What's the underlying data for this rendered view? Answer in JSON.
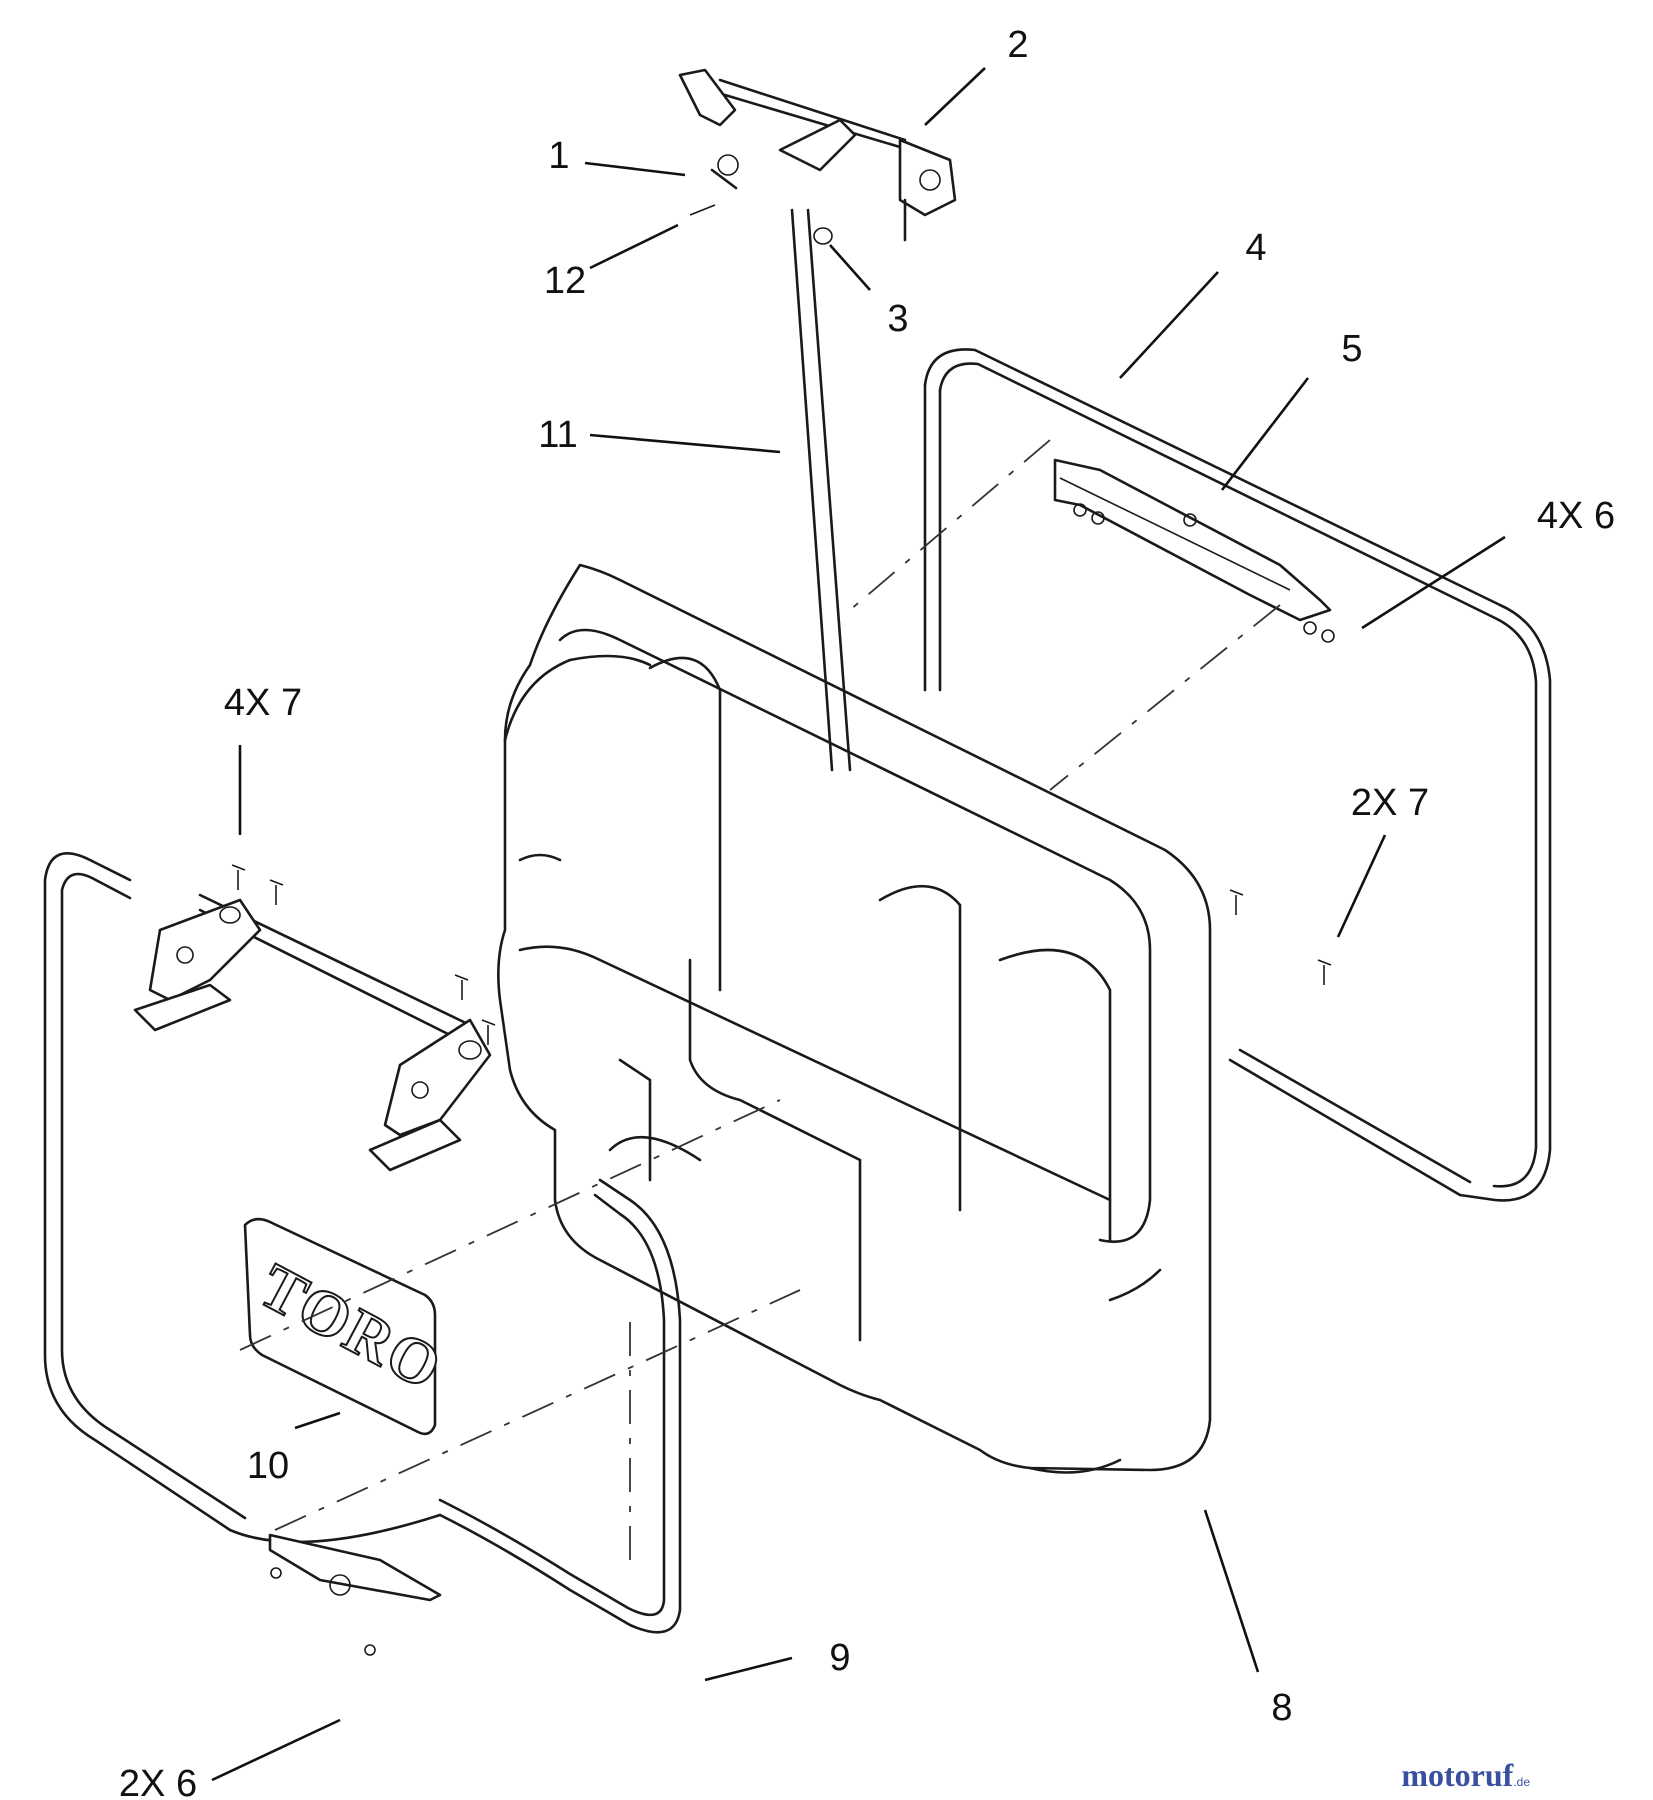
{
  "callouts": [
    {
      "id": "1",
      "text": "1"
    },
    {
      "id": "2",
      "text": "2"
    },
    {
      "id": "3",
      "text": "3"
    },
    {
      "id": "4",
      "text": "4"
    },
    {
      "id": "5",
      "text": "5"
    },
    {
      "id": "4x6",
      "text": "4X 6"
    },
    {
      "id": "4x7",
      "text": "4X 7"
    },
    {
      "id": "2x7",
      "text": "2X 7"
    },
    {
      "id": "8",
      "text": "8"
    },
    {
      "id": "9",
      "text": "9"
    },
    {
      "id": "10",
      "text": "10"
    },
    {
      "id": "11",
      "text": "11"
    },
    {
      "id": "12",
      "text": "12"
    },
    {
      "id": "2x6",
      "text": "2X 6"
    }
  ],
  "logo": {
    "text": "TORO"
  },
  "watermark": {
    "main": "motoruf",
    "suffix": ".de",
    "colors": {
      "m": "#3a4fa0",
      "o": "#e07a1f",
      "rest": "#3a4fa0"
    }
  }
}
